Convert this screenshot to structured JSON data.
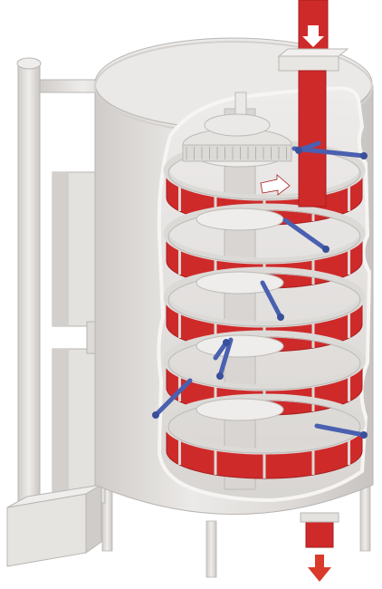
{
  "figure": {
    "subject": "spiral-conveyor-tank-cutaway",
    "colors": {
      "background": "#ffffff",
      "tank": "#e3e1df",
      "tank_shadow": "#c9c6c3",
      "tank_highlight": "#f3f2f0",
      "product_red": "#cf2a2a",
      "product_red_dark": "#a51f1f",
      "spiral_track": "#dcdad7",
      "cut_edge": "#f6f5f3",
      "support_rod": "#4a60b0",
      "flow_arrow_inner": "#ffffff",
      "outlet_arrow": "#d93a2a"
    },
    "flow_in_icon": "arrow-down",
    "flow_direction_icon": "arrow-right",
    "flow_out_icon": "arrow-down",
    "spiral_turns": 5,
    "support_rods": 8
  }
}
